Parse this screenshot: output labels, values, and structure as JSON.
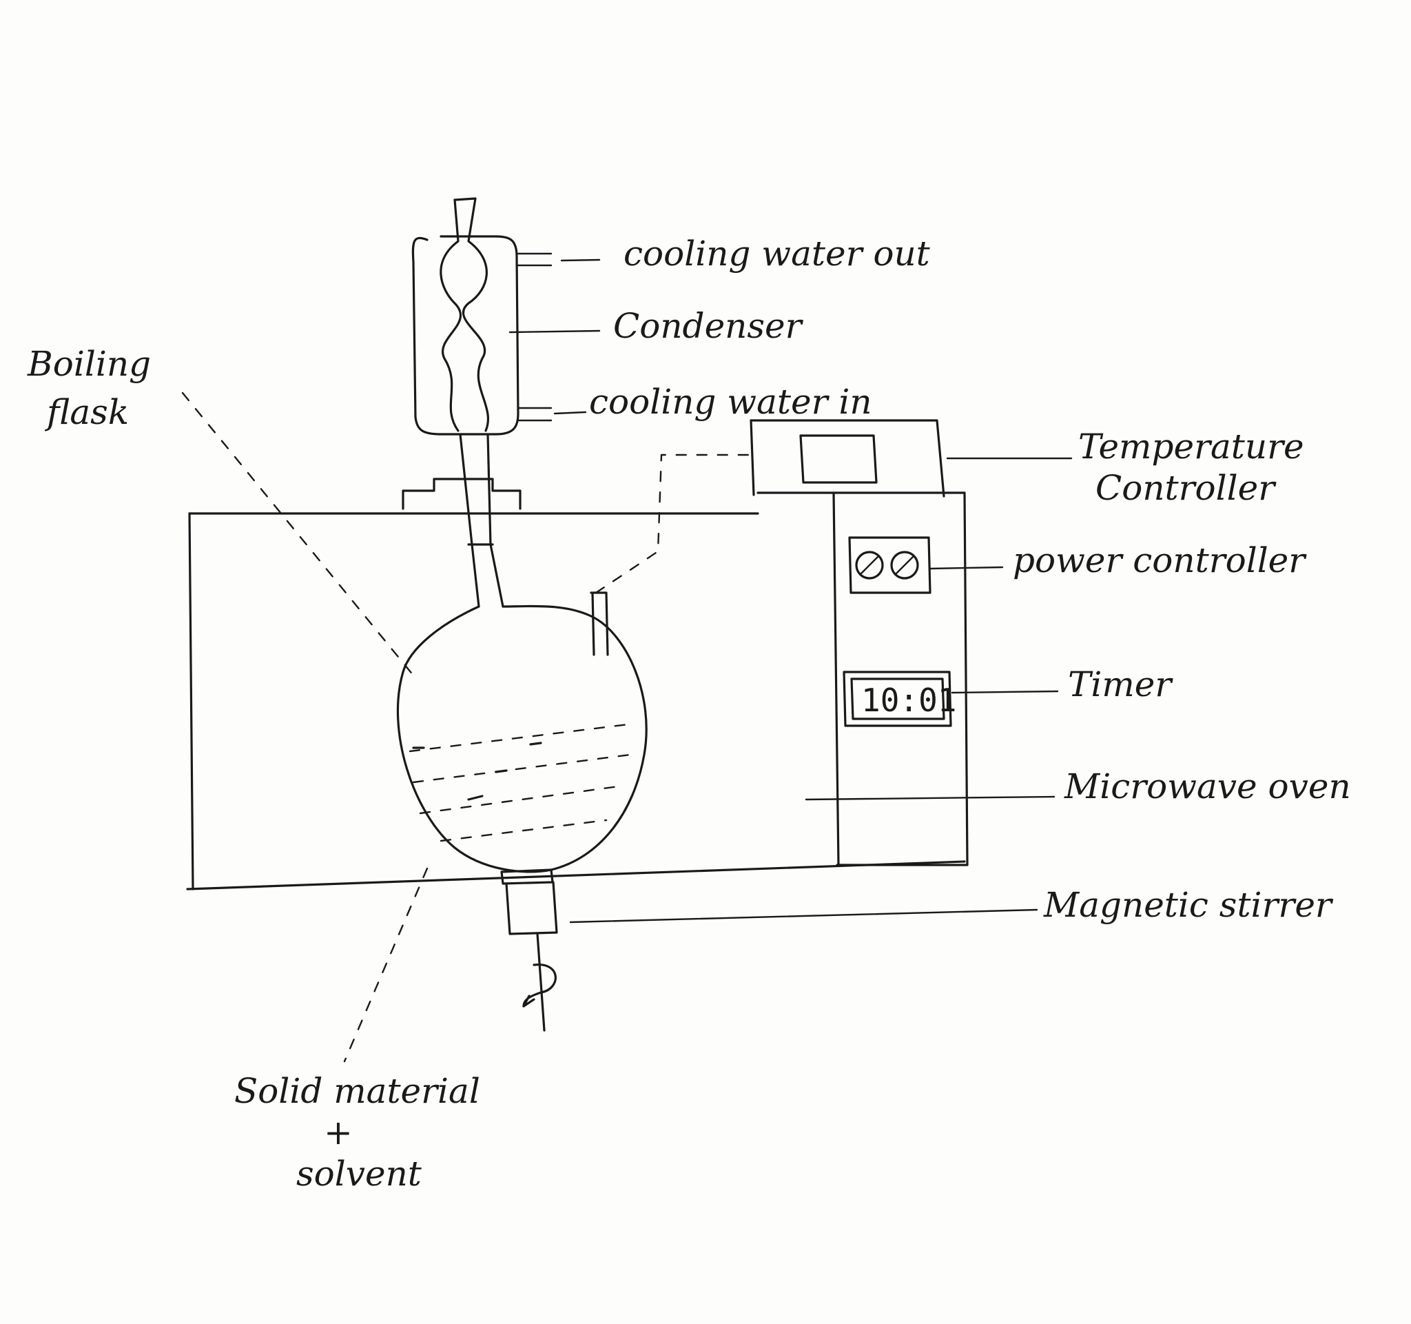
{
  "labels": {
    "cooling_water_out": "cooling water out",
    "condenser": "Condenser",
    "cooling_water_in": "cooling water in",
    "boiling_flask_line1": "Boiling",
    "boiling_flask_line2": "flask",
    "temperature_controller_line1": "Temperature",
    "temperature_controller_line2": "Controller",
    "power_controller": "power controller",
    "timer": "Timer",
    "microwave_oven": "Microwave oven",
    "magnetic_stirrer": "Magnetic stirrer",
    "solid_material": "Solid material",
    "plus": "+",
    "solvent": "solvent"
  },
  "timer_display": "10:01",
  "ink_color": "#1a1a1a"
}
